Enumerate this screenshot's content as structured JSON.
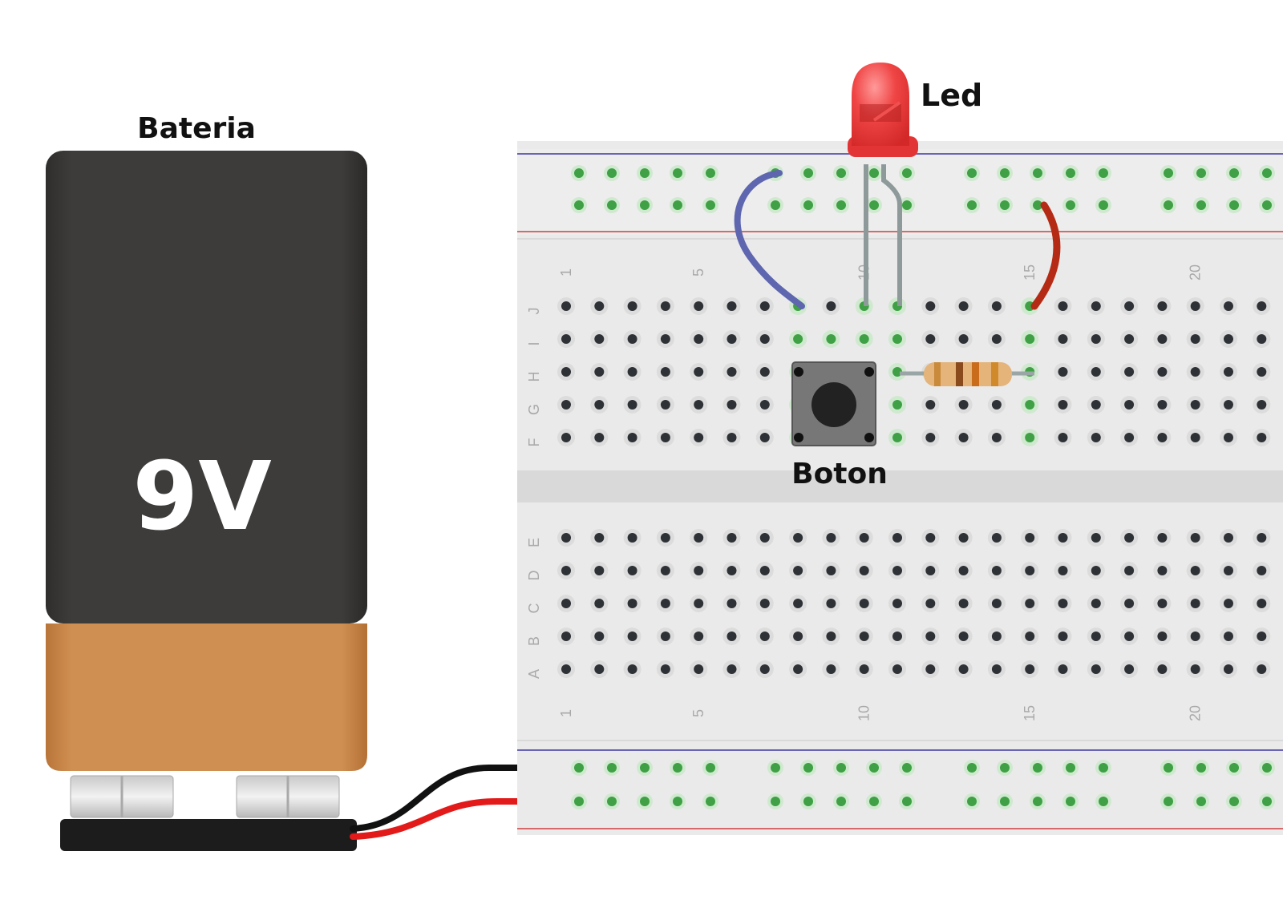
{
  "labels": {
    "battery": "Bateria",
    "battery_voltage": "9V",
    "led": "Led",
    "button": "Boton"
  },
  "breadboard": {
    "top_row_letters": [
      "J",
      "I",
      "H",
      "G",
      "F"
    ],
    "bottom_row_letters": [
      "E",
      "D",
      "C",
      "B",
      "A"
    ],
    "column_numbers": [
      "1",
      "5",
      "10",
      "15",
      "20"
    ]
  },
  "colors": {
    "battery_body": "#3a3938",
    "battery_band": "#cf8c4f",
    "board": "#e9e9e9",
    "rail_blue": "#6a64b4",
    "rail_red": "#d66a6a",
    "active_hole": "#3fa045",
    "led": "#ee3a3a",
    "wire_blue": "#5e66b0",
    "wire_red": "#b52a14",
    "lead_red": "#e21a1a",
    "lead_black": "#111111"
  },
  "icons": {
    "battery": "battery-9v-icon",
    "led": "led-icon",
    "button": "push-button-icon",
    "resistor": "resistor-icon"
  }
}
